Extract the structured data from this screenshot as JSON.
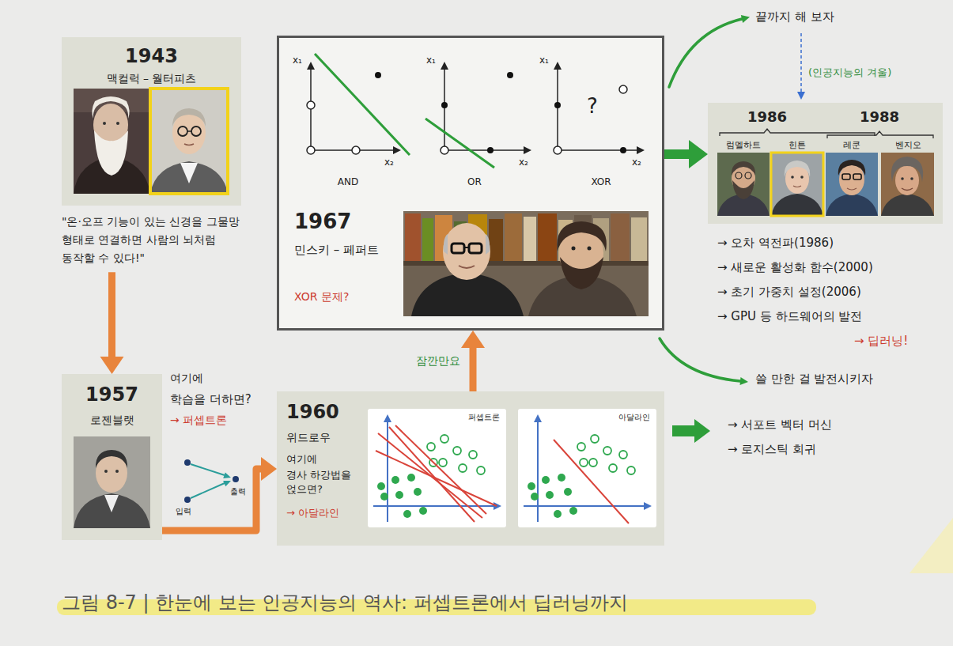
{
  "diagram": {
    "caption": "그림 8-7 | 한눈에 보는 인공지능의 역사: 퍼셉트론에서 딥러닝까지",
    "nodes": [
      {
        "text": [
          "1943",
          "맥컬럭 – 월터피츠",
          "\"온·오프 기능이 있는 신경을 그물망 형태로 연결하면 사람의 뇌처럼 동작할 수 있다!\""
        ]
      },
      {
        "text": [
          "x₁",
          "x₂",
          "AND",
          "x₁",
          "x₂",
          "OR",
          "x₁",
          "?",
          "x₂",
          "XOR",
          "1967",
          "민스키 – 페퍼트",
          "XOR 문제?"
        ]
      },
      {
        "text": [
          "1986",
          "1988",
          "럼멜하트",
          "힌튼",
          "레쿤",
          "벤지오"
        ]
      },
      {
        "text": [
          "1957",
          "로젠블랫"
        ]
      },
      {
        "text": [
          "1960",
          "위드로우",
          "여기에",
          "경사 하강법을 얹으면?",
          "→ 아달라인"
        ]
      },
      {
        "text": [
          "퍼셉트론"
        ],
        "in": 4
      },
      {
        "text": [
          "아달라인"
        ],
        "in": 4
      }
    ],
    "edges": [
      {
        "from": 0,
        "to": 3,
        "arrow": "to"
      },
      {
        "from": 3,
        "to": 4,
        "arrow": "to"
      },
      {
        "from": 4,
        "to": 1,
        "label": "잠깐만요",
        "arrow": "to"
      },
      {
        "from": 1,
        "to": 2,
        "arrow": "to"
      }
    ],
    "labels": [
      "끝까지 해 보자",
      "(인공지능의 겨울)",
      "→ 오차 역전파(1986)",
      "→ 새로운 활성화 함수(2000)",
      "→ 초기 가중치 설정(2006)",
      "→ GPU 등 하드웨어의 발전",
      "→ 딥러닝!",
      "쓸 만한 걸 발전시키자",
      "→ 서포트 벡터 머신",
      "→ 로지스틱 회귀",
      "여기에",
      "학습을 더하면?",
      "→ 퍼셉트론",
      "출력",
      "입력"
    ]
  }
}
